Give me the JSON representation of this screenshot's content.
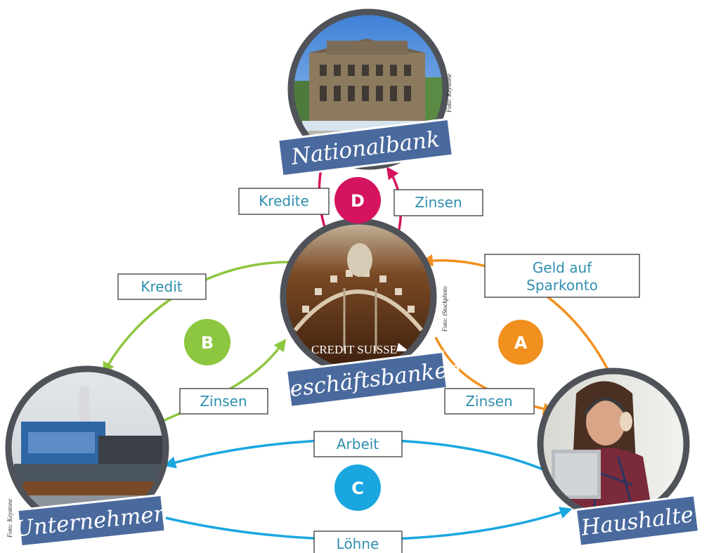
{
  "nodes": {
    "nationalbank": {
      "title": "Nationalbank",
      "credit": "Foto: Keystone"
    },
    "geschaeftsbanken": {
      "title": "Geschäftsbanken",
      "credit": "Foto: iStockphoto",
      "logo_text": "CREDIT SUISSE"
    },
    "unternehmen": {
      "title": "Unternehmen",
      "credit": "Foto: Keystone"
    },
    "haushalte": {
      "title": "Haushalte"
    }
  },
  "flows": {
    "kredite": "Kredite",
    "zinsen_d": "Zinsen",
    "kredit": "Kredit",
    "zinsen_b": "Zinsen",
    "sparkonto_line1": "Geld auf",
    "sparkonto_line2": "Sparkonto",
    "zinsen_a": "Zinsen",
    "arbeit": "Arbeit",
    "loehne": "Löhne"
  },
  "badges": {
    "a": "A",
    "b": "B",
    "c": "C",
    "d": "D"
  },
  "colors": {
    "d_magenta": "#d5135e",
    "b_green": "#8dc63f",
    "a_orange": "#f1901e",
    "c_blue": "#1aa7e0",
    "banner": "#4a6a9e",
    "ring": "#4f5359",
    "label_text": "#2f8fae"
  }
}
